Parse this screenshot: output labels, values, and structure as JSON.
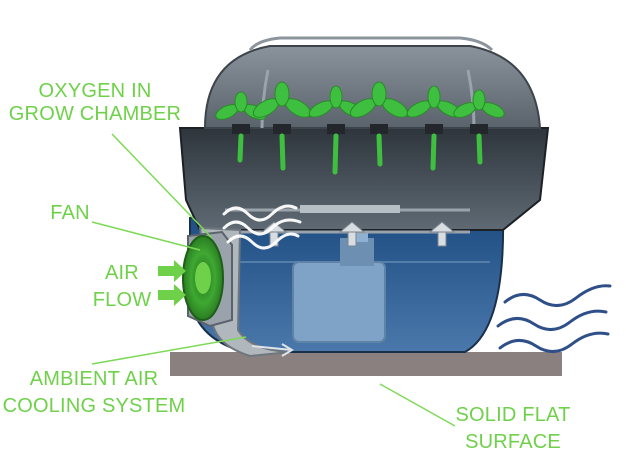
{
  "labels": {
    "oxygen": [
      "OXYGEN IN",
      "GROW CHAMBER"
    ],
    "fan": "FAN",
    "air_flow": [
      "AIR",
      "FLOW"
    ],
    "ambient": [
      "AMBIENT AIR",
      "COOLING SYSTEM"
    ],
    "surface": [
      "SOLID FLAT",
      "SURFACE"
    ]
  },
  "colors": {
    "label_green": "#6fd14a",
    "leader_green": "#7ed957",
    "dome_gray": "#6c757e",
    "tray_dark": "#3a4148",
    "reservoir_blue": "#2e5d92",
    "pump_blue": "#7fa3c6",
    "fan_green": "#3fa832",
    "surface_gray": "#8a8080",
    "wave_blue": "#2f4f88",
    "plant_green": "#3fbf3f"
  }
}
